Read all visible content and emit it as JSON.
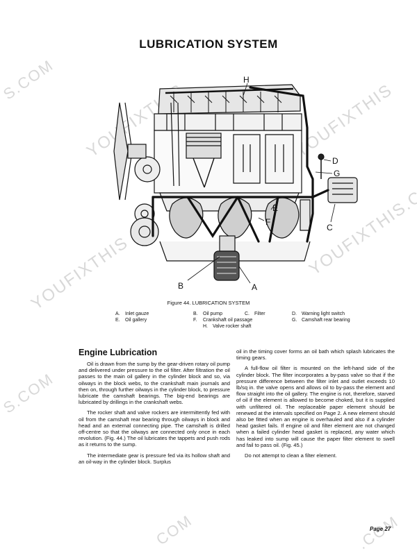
{
  "title": "LUBRICATION SYSTEM",
  "figure": {
    "caption": "Figure 44.   LUBRICATION SYSTEM",
    "callouts": [
      "H",
      "D",
      "G",
      "C",
      "E",
      "F",
      "B",
      "A"
    ],
    "legend": [
      {
        "code": "A.",
        "text": "Inlet gauze"
      },
      {
        "code": "B.",
        "text": "Oil pump"
      },
      {
        "code": "C.",
        "text": "Filter"
      },
      {
        "code": "D.",
        "text": "Warning light switch"
      },
      {
        "code": "E.",
        "text": "Oil gallery"
      },
      {
        "code": "F.",
        "text": "Crankshaft oil passage"
      },
      {
        "code": "G.",
        "text": "Camshaft rear bearing"
      },
      {
        "code": "H.",
        "text": "Valve rocker shaft"
      }
    ]
  },
  "section": {
    "heading": "Engine Lubrication",
    "col1": [
      "Oil is drawn from the sump by the gear-driven rotary oil pump and delivered under pressure to the oil filter. After filtration the oil passes to the main oil gallery in the cylinder block and so, via oilways in the block webs, to the crankshaft main journals and then on, through further oilways in the cylinder block, to pressure lubricate the camshaft bearings. The big-end bearings are lubricated by drillings in the crankshaft webs.",
      "The rocker shaft and valve rockers are intermittently fed with oil from the camshaft rear bearing through oilways in block and head and an external connecting pipe. The camshaft is drilled off-centre so that the oilways are connected only once in each revolution. (Fig. 44.) The oil lubricates the tappets and push rods as it returns to the sump.",
      "The intermediate gear is pressure fed via its hollow shaft and an oil-way in the cylinder block. Surplus"
    ],
    "col2": [
      "oil in the timing cover forms an oil bath which splash lubricates the timing gears.",
      "A full-flow oil filter is mounted on the left-hand side of the cylinder block. The filter incorporates a by-pass valve so that if the pressure difference between the filter inlet and outlet exceeds 10 lb/sq in. the valve opens and allows oil to by-pass the element and flow straight into the oil gallery. The engine is not, therefore, starved of oil if the element is allowed to become choked, but it is supplied with unfiltered oil. The replaceable paper element should be renewed at the intervals specified on Page 2. A new element should also be fitted when an engine is overhauled and also if a cylinder head gasket fails. If engine oil and filter element are not changed when a failed cylinder head gasket is replaced, any water which has leaked into sump will cause the paper filter element to swell and fail to pass oil. (Fig. 45.)",
      "Do not attempt to clean a filter element."
    ]
  },
  "page_number": "Page 27",
  "watermarks": [
    "S.COM",
    "YOUFIXTHIS",
    "YOUFIXTHIS",
    "YOUFIXTHIS.COM",
    "YOUFIXTHIS",
    "S.COM",
    "COM",
    ".COM"
  ]
}
